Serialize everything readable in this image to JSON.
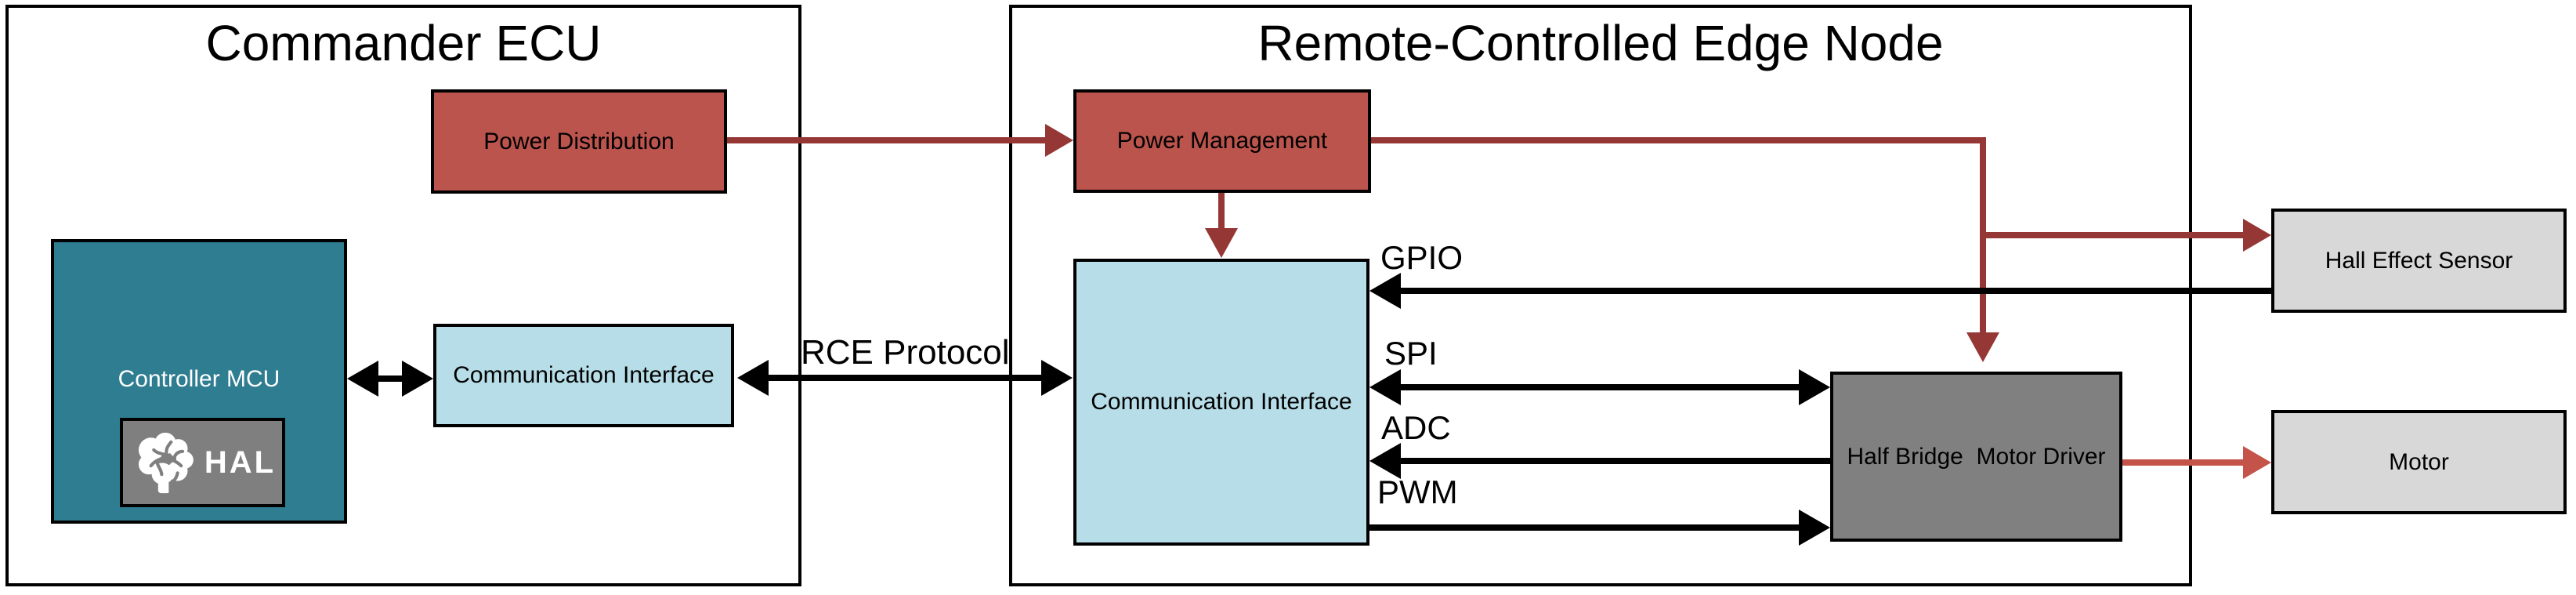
{
  "colors": {
    "red_fill": "#BB544D",
    "power_line": "#953735",
    "motor_line": "#C4534A",
    "teal_fill": "#2F7D91",
    "light_blue_fill": "#B7DEE8",
    "dark_gray_fill": "#808080",
    "hal_gray_fill": "#7F7F7F",
    "light_gray_fill": "#D8D8D8",
    "line_black": "#000000"
  },
  "groups": {
    "commander": {
      "title": "Commander ECU"
    },
    "edge_node": {
      "title": "Remote-Controlled Edge Node"
    }
  },
  "blocks": {
    "power_distribution": "Power Distribution",
    "controller_mcu": "Controller MCU",
    "hal": "HAL",
    "comm_interface_left": "Communication Interface",
    "power_management": "Power Management",
    "comm_interface_right": "Communication Interface",
    "motor_driver": "Half Bridge  Motor Driver",
    "hall_sensor": "Hall Effect Sensor",
    "motor": "Motor"
  },
  "bus_labels": {
    "rce_protocol": "RCE Protocol",
    "gpio": "GPIO",
    "spi": "SPI",
    "adc": "ADC",
    "pwm": "PWM"
  }
}
